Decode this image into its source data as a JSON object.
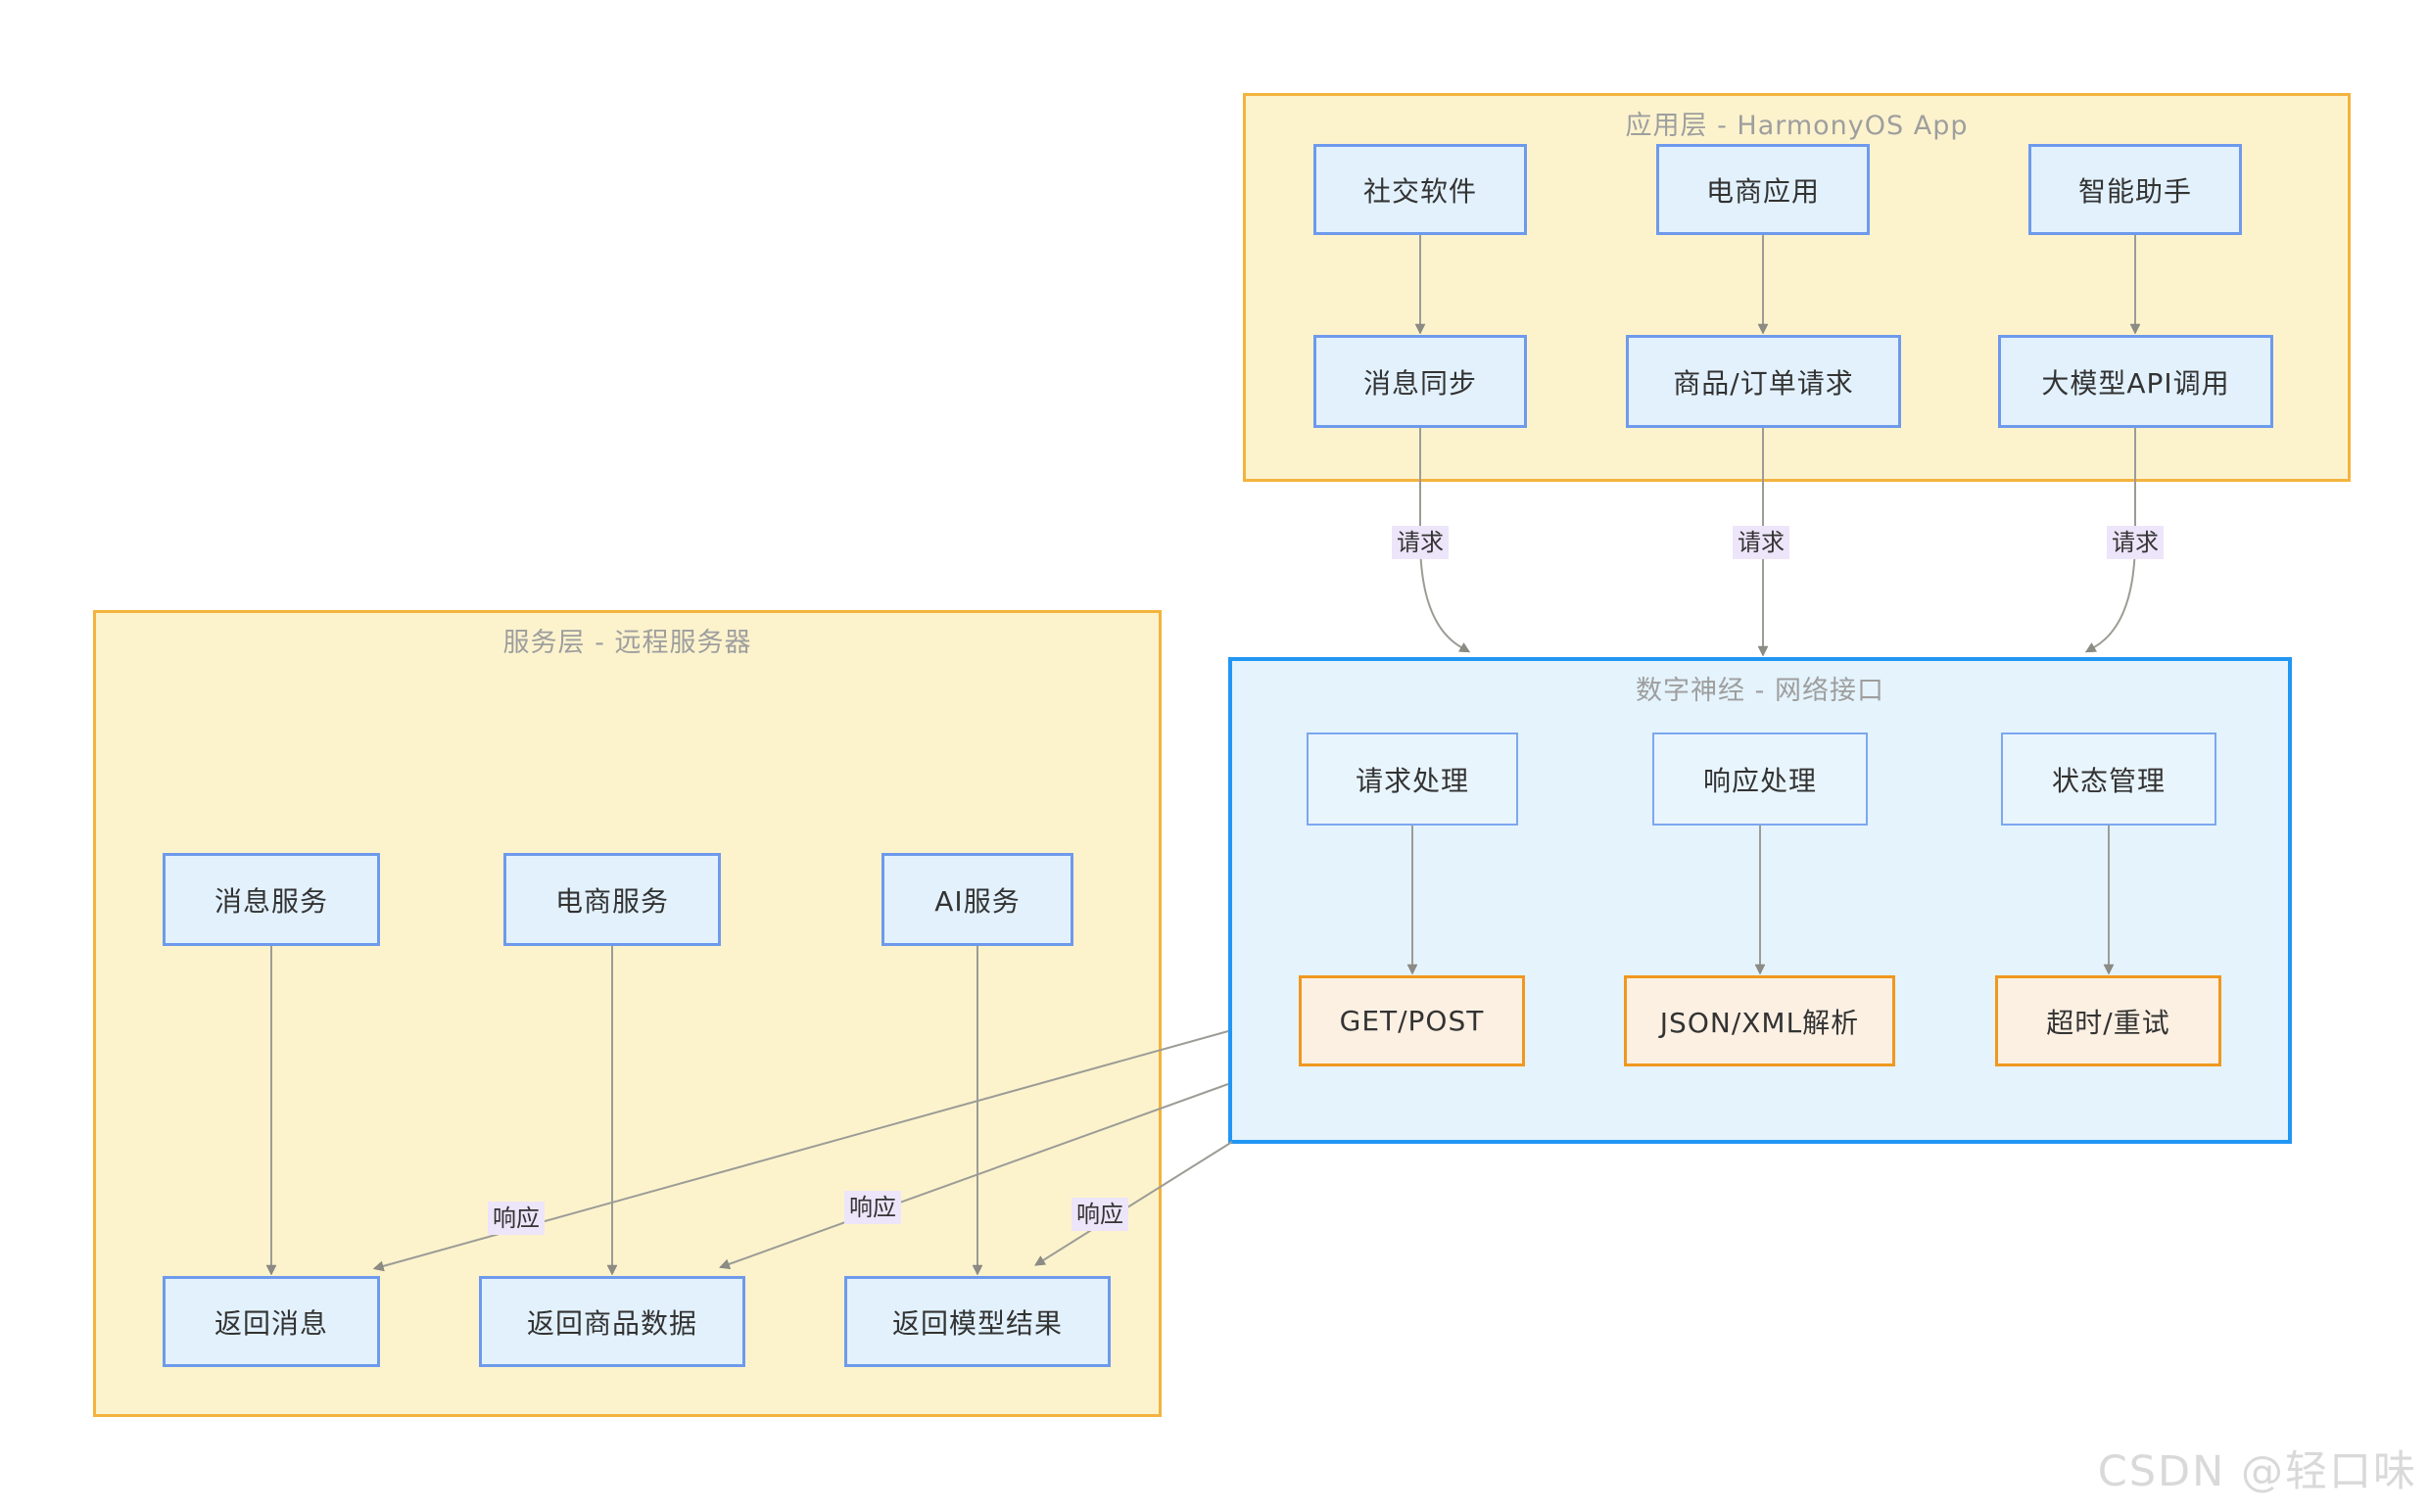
{
  "watermark": "CSDN @轻口味",
  "labels": {
    "request": "请求",
    "response": "响应"
  },
  "clusters": [
    {
      "title": "应用层 - HarmonyOS App",
      "nodes": [
        {
          "label": "社交软件"
        },
        {
          "label": "电商应用"
        },
        {
          "label": "智能助手"
        },
        {
          "label": "消息同步"
        },
        {
          "label": "商品/订单请求"
        },
        {
          "label": "大模型API调用"
        }
      ]
    },
    {
      "title": "数字神经 - 网络接口",
      "nodes": [
        {
          "label": "请求处理"
        },
        {
          "label": "响应处理"
        },
        {
          "label": "状态管理"
        },
        {
          "label": "GET/POST"
        },
        {
          "label": "JSON/XML解析"
        },
        {
          "label": "超时/重试"
        }
      ]
    },
    {
      "title": "服务层 - 远程服务器",
      "nodes": [
        {
          "label": "消息服务"
        },
        {
          "label": "电商服务"
        },
        {
          "label": "AI服务"
        },
        {
          "label": "返回消息"
        },
        {
          "label": "返回商品数据"
        },
        {
          "label": "返回模型结果"
        }
      ]
    }
  ],
  "colors": {
    "cluster_yellow_fill": "#FCF3CD",
    "cluster_yellow_stroke": "#F3B33E",
    "cluster_blue_fill": "#E4F3FC",
    "cluster_blue_stroke": "#2196F3",
    "node_blue_fill": "#E2F1FC",
    "node_blue_stroke": "#6E9AEC",
    "node_orange_fill": "#FCF0E3",
    "node_orange_stroke": "#F0971F",
    "edge_line": "#9C9C96",
    "edge_label_bg": "#EDE5F9",
    "title_text": "#9E9E9E",
    "node_text": "#333333",
    "watermark_text": "#D9D9D9"
  }
}
